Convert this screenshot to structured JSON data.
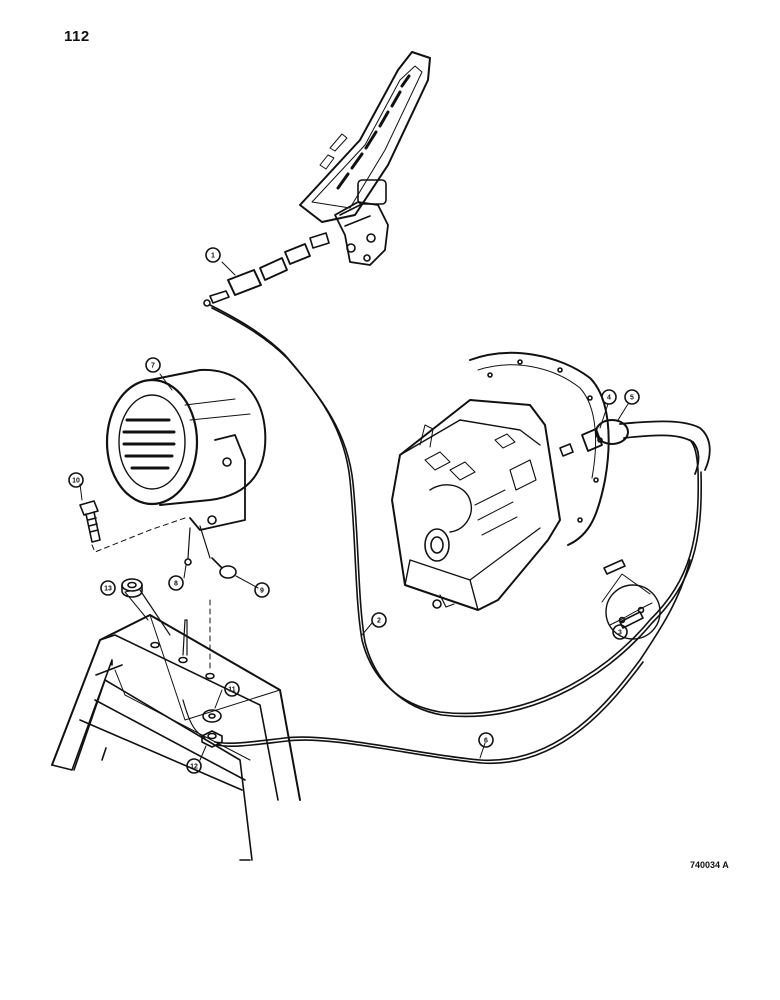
{
  "page": {
    "number": "112",
    "drawing_id": "740034 A"
  },
  "callouts": [
    {
      "id": "c1",
      "label": "1"
    },
    {
      "id": "c2",
      "label": "2"
    },
    {
      "id": "c3",
      "label": "3"
    },
    {
      "id": "c4",
      "label": "4"
    },
    {
      "id": "c5",
      "label": "5"
    },
    {
      "id": "c6",
      "label": "6"
    },
    {
      "id": "c7",
      "label": "7"
    },
    {
      "id": "c8",
      "label": "8"
    },
    {
      "id": "c9",
      "label": "9"
    },
    {
      "id": "c10",
      "label": "10"
    },
    {
      "id": "c11",
      "label": "11"
    },
    {
      "id": "c12",
      "label": "12"
    },
    {
      "id": "c13",
      "label": "13"
    }
  ]
}
